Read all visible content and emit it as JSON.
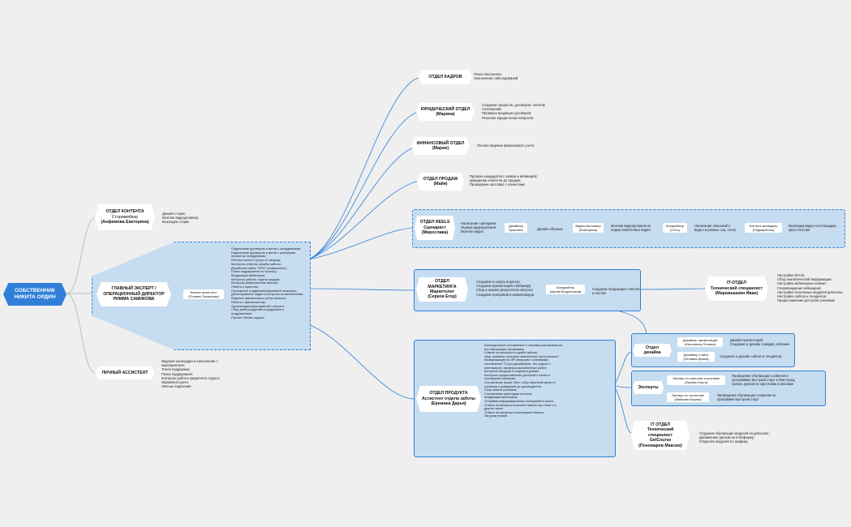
{
  "root": {
    "label": "СОБСТВЕННИК\nНИКИТА ОРДИН"
  },
  "content_dept": {
    "title": "ОТДЕЛ КОНТЕНТА",
    "subtitle": "Сторимейкер",
    "person": "(Анфимова Екатерина)",
    "duties": "Дизайн сторис;\nМонтаж видеороликов;\nВыкладка сторис"
  },
  "head_expert": {
    "title": "ГЛАВНЫЙ ЭКСПЕРТ /",
    "subtitle": "ОПЕРАЦИОННЫЙ ДИРЕКТОР",
    "person": "РИММА САМИКОВА",
    "assistant": "Бизнес-ассистент\n(Полина Окорокова)",
    "duties": "Подписание договоров и актов с сотрудниками;\nПодписание договоров и актов с учениками оплата за сотрудникам;\nОплата счетов и услуг по запуску;\nКонтроль ответов службы заботы;\nДоработка сайта \"ЭОО\" (сомишинал);\nПоиск подрядчиков по проекту;\nМодерация вебинаров;\nКонтроль работы отдела продаж;\nКонтроль реферальных выплат;\nРабота с юристом;\nПосещение и администрирование планерок;\nДелегирование задач и контроль их выполнения;\nВедение финансового учета проекта;\nРабота с финансистом;\nОрганизация мероприятий и встреч;\nСбор дней рождений сотрудников и поздравление;\nПрочие бизнес-задачи"
  },
  "personal_assistant": {
    "title": "ЛИЧНЫЙ АССИСТЕНТ",
    "duties": "Ведение календаря и наполнение с мероприятиях;\nTravel-поддержка;\nПоиск подрядчиков;\nКонтроль работы кредитного отдела;\nОфлайн-встречи;\nЛичные поручения"
  },
  "hr": {
    "title": "ОТДЕЛ КАДРОВ",
    "duties": "Поиск персонала;\nНазначение собеседований"
  },
  "legal": {
    "title": "ЮРИДИЧЕСКИЙ ОТДЕЛ",
    "person": "(Марина)",
    "duties": "Создание запросов, договоров, политик соглашений;\nПроверка входящих договоров;\nРешение юридических вопросов"
  },
  "finance": {
    "title": "ФИНАНСОВЫЙ ОТДЕЛ",
    "person": "(Мария)",
    "duties": "Полное ведение финансового учета"
  },
  "sales": {
    "title": "ОТДЕЛ ПРОДАЖ",
    "person": "(Майя)",
    "duties": "Прозвон кандидатов с заявок и вебинаров;\nДоведение клиентов до продаж;\nПроведение кассовое с клиентами"
  },
  "reels": {
    "title": "ОТДЕЛ REELS",
    "subtitle": "Сценарист",
    "person": "(Мирослава)",
    "scenarist_duties": "Написание сценариев\nОценка видеороликов\nМонтаж видео",
    "designer": "Дизайнер\nКристина",
    "designer_duties": "Дизайн обложек",
    "editor": "Видео-монтажер\n(Екатерина)",
    "editor_duties": "Монтаж видеороликов из\nподкастов/готовых видео",
    "copywriter": "Копирайтер\n(Отто)",
    "copywriter_duties": "Написание описаний к\nвидео в разных соц. сетях",
    "manager": "Контент-менеджер\n(РадмирИлья)",
    "manager_duties": "Выкладка видео на площадки,\nкросс-постинг"
  },
  "marketing": {
    "title": "ОТДЕЛ МАРКЕТИНГА",
    "subtitle": "Маркетолог",
    "person": "(Серков Егор)",
    "duties": "Создание и запуск воронок;\nСоздание презентаций к вебинару;\nСбор и анализ результатов запуска;\nСоздание прогревов и инфоповодов",
    "copywriter": "Копирайтер\n(Артем Богданчиков)",
    "copywriter_duties": "Создание продающих текстов и постов"
  },
  "it1": {
    "title": "IT-ОТДЕЛ",
    "subtitle": "Технический специалист",
    "person": "(Марамышкин Иван)",
    "duties": "Настройка ботов;\nСбор аналитической информации;\nНастройка вебинарных комнат;\nСопровождение вебинаров;\nНастройка платежных модулей getcourse;\nНастройка сайтов и лендингов;\nПредоставление доступов ученикам"
  },
  "product": {
    "title": "ОТДЕЛ ПРОДУКТА",
    "subtitle": "Ассистент отдела заботы",
    "person": "(Еремина Дарья)",
    "duties": "Еженедельное составление и отправка расписания во все обучающие программы;\nОтветы на вопросы в службе заботы;\nсбор тревинга, контроль заполнения \"пути ученика\";\nКоммуникация по ОР-запросам с учениками:\nсоставление ТЗ для дизайнеров, тех.отдела и монтажеров, проверка выполненных работ;\nКонтроль выгрузки и открытия уроков;\nКонтроль предоставления доступов к чатам и платформе ученикам;\nСоставление форм «Ил», сбор обратной связи от учеников и доведение до руководителя;\nСбор кейсов учеников;\nСоставление календаря потоков;\nМодерация вебинаров;\nОтправка информационных сообщений в канал;\nОтветы на вопросы в канале Никиты про Озон и в другие чатах;\nОтветы на вопросы в инстаграме Никиты;\nЗагрузки рисков"
  },
  "design": {
    "title": "Отдел дизайна",
    "presentation_designer": "Дизайнер презентаций\n(Мостипеза Полина)",
    "presentation_duties": "Дизайн презентаций;\nСоздание и дизайн слайдов, обложек",
    "site_designer": "Дизайнер Сайта\n(Нечаева Ирина)",
    "site_duties": "Создание и дизайн сайтов и лендингов"
  },
  "experts": {
    "title": "Эксперты",
    "cards_expert": "Эксперт по карточке и рекламе\n(Лунева Ольга)",
    "cards_duties": "Проведение обучающих созвонов в\nпрограммах Быстрый старт и Мастеред;\nЗапись уроков по карточкам и рекламе",
    "logistics_expert": "Эксперт по логистике\n(Майкова Карина)",
    "logistics_duties": "Проведение обучающих созвонов на\nпрограмме Быстрый старт"
  },
  "it2": {
    "title": "IT ОТДЕЛ",
    "subtitle": "Технический специалист",
    "platform": "GetCourse",
    "person": "(Пономарев Максим)",
    "duties": "Создание обучающих модулей на getcourse;\nДобавление уроков на платформу;\nОткрытие модулей по графику"
  },
  "colors": {
    "accent": "#2f7fd8",
    "panel": "#c6dcf0",
    "background": "#efefef"
  }
}
